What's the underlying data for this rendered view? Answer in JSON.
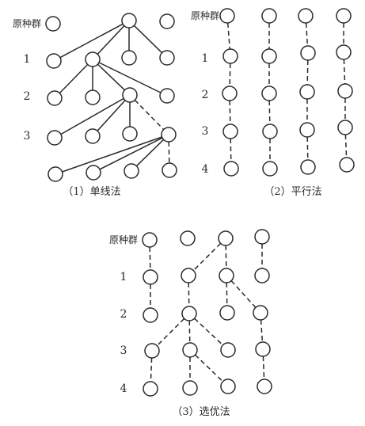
{
  "panels": [
    {
      "id": "single",
      "caption": "（1）单线法",
      "generations": [
        "原种群",
        "1",
        "2",
        "3"
      ],
      "nodes": [
        {
          "id": "p0",
          "gen": 0
        },
        {
          "id": "p1",
          "gen": 0
        },
        {
          "id": "p2",
          "gen": 0
        },
        {
          "id": "a0",
          "gen": 1
        },
        {
          "id": "a1",
          "gen": 1
        },
        {
          "id": "a2",
          "gen": 1
        },
        {
          "id": "a3",
          "gen": 1
        },
        {
          "id": "b0",
          "gen": 2
        },
        {
          "id": "b1",
          "gen": 2
        },
        {
          "id": "b2",
          "gen": 2
        },
        {
          "id": "b3",
          "gen": 2
        },
        {
          "id": "c0",
          "gen": 3
        },
        {
          "id": "c1",
          "gen": 3
        },
        {
          "id": "c2",
          "gen": 3
        },
        {
          "id": "c3",
          "gen": 3
        },
        {
          "id": "d0",
          "gen": 4
        },
        {
          "id": "d1",
          "gen": 4
        },
        {
          "id": "d2",
          "gen": 4
        },
        {
          "id": "d3",
          "gen": 4
        }
      ],
      "edges": [
        {
          "from": "p1",
          "to": "a0",
          "style": "solid"
        },
        {
          "from": "p1",
          "to": "a1",
          "style": "solid"
        },
        {
          "from": "p1",
          "to": "a2",
          "style": "solid"
        },
        {
          "from": "p1",
          "to": "a3",
          "style": "solid"
        },
        {
          "from": "a1",
          "to": "b0",
          "style": "solid"
        },
        {
          "from": "a1",
          "to": "b1",
          "style": "solid"
        },
        {
          "from": "a1",
          "to": "b2",
          "style": "solid"
        },
        {
          "from": "a1",
          "to": "b3",
          "style": "solid"
        },
        {
          "from": "b2",
          "to": "c0",
          "style": "solid"
        },
        {
          "from": "b2",
          "to": "c1",
          "style": "solid"
        },
        {
          "from": "b2",
          "to": "c2",
          "style": "solid"
        },
        {
          "from": "b2",
          "to": "c3",
          "style": "dashed"
        },
        {
          "from": "c3",
          "to": "d0",
          "style": "solid"
        },
        {
          "from": "c3",
          "to": "d1",
          "style": "solid"
        },
        {
          "from": "c3",
          "to": "d2",
          "style": "solid"
        },
        {
          "from": "c3",
          "to": "d3",
          "style": "dashed"
        }
      ]
    },
    {
      "id": "parallel",
      "caption": "（2）平行法",
      "generations": [
        "原种群",
        "1",
        "2",
        "3",
        "4"
      ],
      "nodes": [
        {
          "id": "l0g0",
          "gen": 0
        },
        {
          "id": "l0g1",
          "gen": 1
        },
        {
          "id": "l0g2",
          "gen": 2
        },
        {
          "id": "l0g3",
          "gen": 3
        },
        {
          "id": "l0g4",
          "gen": 4
        },
        {
          "id": "l1g0",
          "gen": 0
        },
        {
          "id": "l1g1",
          "gen": 1
        },
        {
          "id": "l1g2",
          "gen": 2
        },
        {
          "id": "l1g3",
          "gen": 3
        },
        {
          "id": "l1g4",
          "gen": 4
        },
        {
          "id": "l2g0",
          "gen": 0
        },
        {
          "id": "l2g1",
          "gen": 1
        },
        {
          "id": "l2g2",
          "gen": 2
        },
        {
          "id": "l2g3",
          "gen": 3
        },
        {
          "id": "l2g4",
          "gen": 4
        },
        {
          "id": "l3g0",
          "gen": 0
        },
        {
          "id": "l3g1",
          "gen": 1
        },
        {
          "id": "l3g2",
          "gen": 2
        },
        {
          "id": "l3g3",
          "gen": 3
        },
        {
          "id": "l3g4",
          "gen": 4
        }
      ],
      "edges": [
        {
          "from": "l0g0",
          "to": "l0g1",
          "style": "dashed"
        },
        {
          "from": "l0g1",
          "to": "l0g2",
          "style": "dashed"
        },
        {
          "from": "l0g2",
          "to": "l0g3",
          "style": "dashed"
        },
        {
          "from": "l0g3",
          "to": "l0g4",
          "style": "dashed"
        },
        {
          "from": "l1g0",
          "to": "l1g1",
          "style": "dashed"
        },
        {
          "from": "l1g1",
          "to": "l1g2",
          "style": "dashed"
        },
        {
          "from": "l1g2",
          "to": "l1g3",
          "style": "dashed"
        },
        {
          "from": "l1g3",
          "to": "l1g4",
          "style": "dashed"
        },
        {
          "from": "l2g0",
          "to": "l2g1",
          "style": "dashed"
        },
        {
          "from": "l2g1",
          "to": "l2g2",
          "style": "dashed"
        },
        {
          "from": "l2g2",
          "to": "l2g3",
          "style": "dashed"
        },
        {
          "from": "l2g3",
          "to": "l2g4",
          "style": "dashed"
        },
        {
          "from": "l3g0",
          "to": "l3g1",
          "style": "dashed"
        },
        {
          "from": "l3g1",
          "to": "l3g2",
          "style": "dashed"
        },
        {
          "from": "l3g2",
          "to": "l3g3",
          "style": "dashed"
        },
        {
          "from": "l3g3",
          "to": "l3g4",
          "style": "dashed"
        }
      ]
    },
    {
      "id": "selective",
      "caption": "（3）选优法",
      "generations": [
        "原种群",
        "1",
        "2",
        "3",
        "4"
      ],
      "nodes": [
        {
          "id": "p0",
          "gen": 0
        },
        {
          "id": "p1",
          "gen": 0
        },
        {
          "id": "p2",
          "gen": 0
        },
        {
          "id": "p3",
          "gen": 0
        },
        {
          "id": "a0",
          "gen": 1
        },
        {
          "id": "a1",
          "gen": 1
        },
        {
          "id": "a2",
          "gen": 1
        },
        {
          "id": "a3",
          "gen": 1
        },
        {
          "id": "b0",
          "gen": 2
        },
        {
          "id": "b1",
          "gen": 2
        },
        {
          "id": "b2",
          "gen": 2
        },
        {
          "id": "b3",
          "gen": 2
        },
        {
          "id": "c0",
          "gen": 3
        },
        {
          "id": "c1",
          "gen": 3
        },
        {
          "id": "c2",
          "gen": 3
        },
        {
          "id": "c3",
          "gen": 3
        },
        {
          "id": "d0",
          "gen": 4
        },
        {
          "id": "d1",
          "gen": 4
        },
        {
          "id": "d2",
          "gen": 4
        },
        {
          "id": "d3",
          "gen": 4
        }
      ],
      "edges": [
        {
          "from": "p0",
          "to": "a0",
          "style": "dashed"
        },
        {
          "from": "p2",
          "to": "a1",
          "style": "dashed"
        },
        {
          "from": "p2",
          "to": "a2",
          "style": "dashed"
        },
        {
          "from": "p3",
          "to": "a3",
          "style": "dashed"
        },
        {
          "from": "a0",
          "to": "b0",
          "style": "dashed"
        },
        {
          "from": "a1",
          "to": "b1",
          "style": "dashed"
        },
        {
          "from": "a2",
          "to": "b2",
          "style": "dashed"
        },
        {
          "from": "a2",
          "to": "b3",
          "style": "dashed"
        },
        {
          "from": "b1",
          "to": "c0",
          "style": "dashed"
        },
        {
          "from": "b1",
          "to": "c1",
          "style": "dashed"
        },
        {
          "from": "b1",
          "to": "c2",
          "style": "dashed"
        },
        {
          "from": "b3",
          "to": "c3",
          "style": "dashed"
        },
        {
          "from": "c0",
          "to": "d0",
          "style": "dashed"
        },
        {
          "from": "c1",
          "to": "d1",
          "style": "dashed"
        },
        {
          "from": "c1",
          "to": "d2",
          "style": "dashed"
        },
        {
          "from": "c3",
          "to": "d3",
          "style": "dashed"
        }
      ]
    }
  ]
}
